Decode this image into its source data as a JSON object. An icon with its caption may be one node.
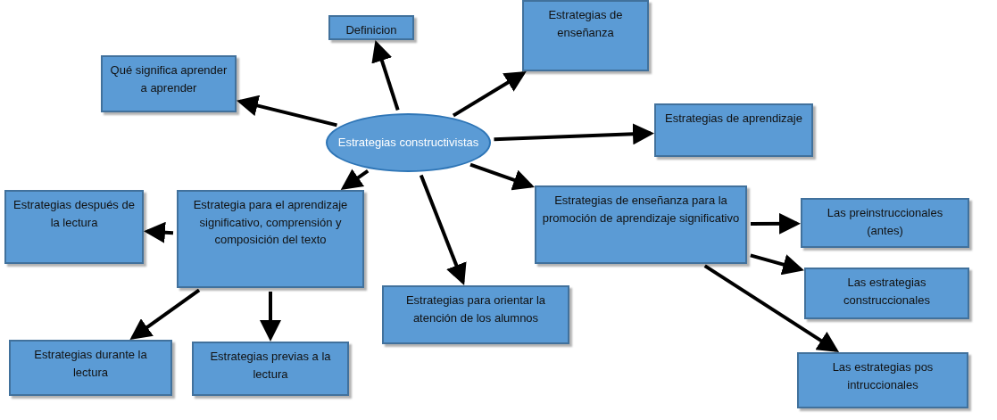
{
  "diagram": {
    "nodes": [
      {
        "text": [
          "Estrategias constructivistas"
        ]
      },
      {
        "text": [
          "Qué significa aprender a aprender"
        ]
      },
      {
        "text": [
          "Definicion"
        ]
      },
      {
        "text": [
          "Estrategias de enseñanza"
        ]
      },
      {
        "text": [
          "Estrategias de aprendizaje"
        ]
      },
      {
        "text": [
          "Estrategia para el aprendizaje significativo, comprensión y composición del texto"
        ]
      },
      {
        "text": [
          "Estrategias después de la lectura"
        ]
      },
      {
        "text": [
          "Estrategias durante la lectura"
        ]
      },
      {
        "text": [
          "Estrategias previas a la lectura"
        ]
      },
      {
        "text": [
          "Estrategias para orientar la atención de los alumnos"
        ]
      },
      {
        "text": [
          "Estrategias de enseñanza para la promoción de aprendizaje significativo"
        ]
      },
      {
        "text": [
          "Las preinstruccionales (antes)"
        ]
      },
      {
        "text": [
          "Las estrategias construccionales"
        ]
      },
      {
        "text": [
          "Las estrategias pos intruccionales"
        ]
      }
    ],
    "edges": [
      {
        "from": 0,
        "to": 1,
        "arrow": "to"
      },
      {
        "from": 0,
        "to": 2,
        "arrow": "to"
      },
      {
        "from": 0,
        "to": 3,
        "arrow": "to"
      },
      {
        "from": 0,
        "to": 4,
        "arrow": "to"
      },
      {
        "from": 0,
        "to": 5,
        "arrow": "to"
      },
      {
        "from": 0,
        "to": 9,
        "arrow": "to"
      },
      {
        "from": 0,
        "to": 10,
        "arrow": "to"
      },
      {
        "from": 5,
        "to": 6,
        "arrow": "to"
      },
      {
        "from": 5,
        "to": 7,
        "arrow": "to"
      },
      {
        "from": 5,
        "to": 8,
        "arrow": "to"
      },
      {
        "from": 10,
        "to": 11,
        "arrow": "to"
      },
      {
        "from": 10,
        "to": 12,
        "arrow": "to"
      },
      {
        "from": 10,
        "to": 13,
        "arrow": "to"
      }
    ]
  }
}
